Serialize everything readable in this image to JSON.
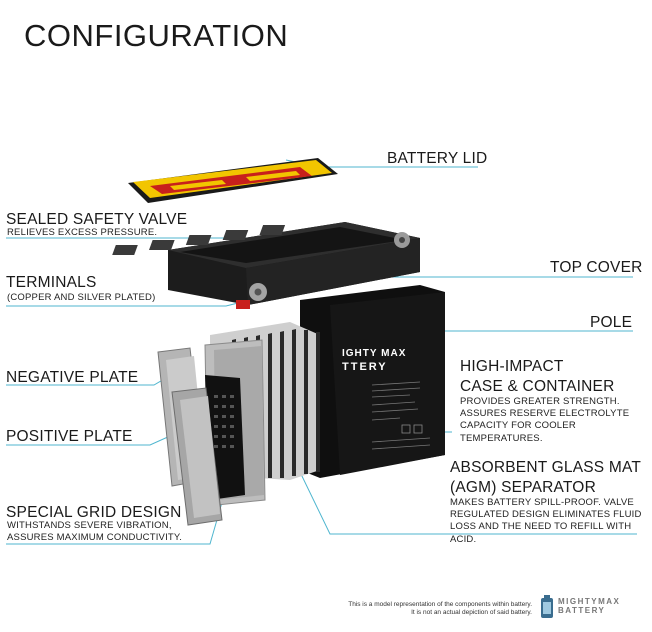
{
  "title": "CONFIGURATION",
  "labels": {
    "battery_lid": "BATTERY LID",
    "sealed_valve": "SEALED SAFETY VALVE",
    "sealed_valve_sub": "RELIEVES EXCESS PRESSURE.",
    "terminals": "TERMINALS",
    "terminals_sub": "(COPPER AND SILVER PLATED)",
    "top_cover": "TOP COVER",
    "pole": "POLE",
    "negative_plate": "NEGATIVE PLATE",
    "positive_plate": "POSITIVE PLATE",
    "high_impact_1": "HIGH-IMPACT",
    "high_impact_2": "CASE & CONTAINER",
    "high_impact_sub1": "PROVIDES GREATER STRENGTH.",
    "high_impact_sub2": "ASSURES RESERVE ELECTROLYTE",
    "high_impact_sub3": "CAPACITY FOR COOLER TEMPERATURES.",
    "agm_1": "ABSORBENT GLASS MAT",
    "agm_2": "(AGM) SEPARATOR",
    "agm_sub1": "MAKES BATTERY SPILL-PROOF. VALVE",
    "agm_sub2": "REGULATED DESIGN ELIMINATES FLUID",
    "agm_sub3": "LOSS AND THE NEED TO REFILL WITH ACID.",
    "grid_1": "SPECIAL GRID DESIGN",
    "grid_sub1": "WITHSTANDS SEVERE VIBRATION,",
    "grid_sub2": "ASSURES MAXIMUM CONDUCTIVITY."
  },
  "battery_brand_text": {
    "line1": "IGHTY MAX",
    "line2": "TTERY"
  },
  "footer": {
    "line1": "This is a model representation of the components within battery.",
    "line2": "It is not an actual depiction of said battery."
  },
  "logo": {
    "line1": "MIGHTYMAX",
    "line2": "BATTERY"
  },
  "colors": {
    "accent_line": "#4fb6cf",
    "lid_yellow": "#f2c500",
    "lid_red": "#c8201c",
    "case_black": "#141414"
  }
}
